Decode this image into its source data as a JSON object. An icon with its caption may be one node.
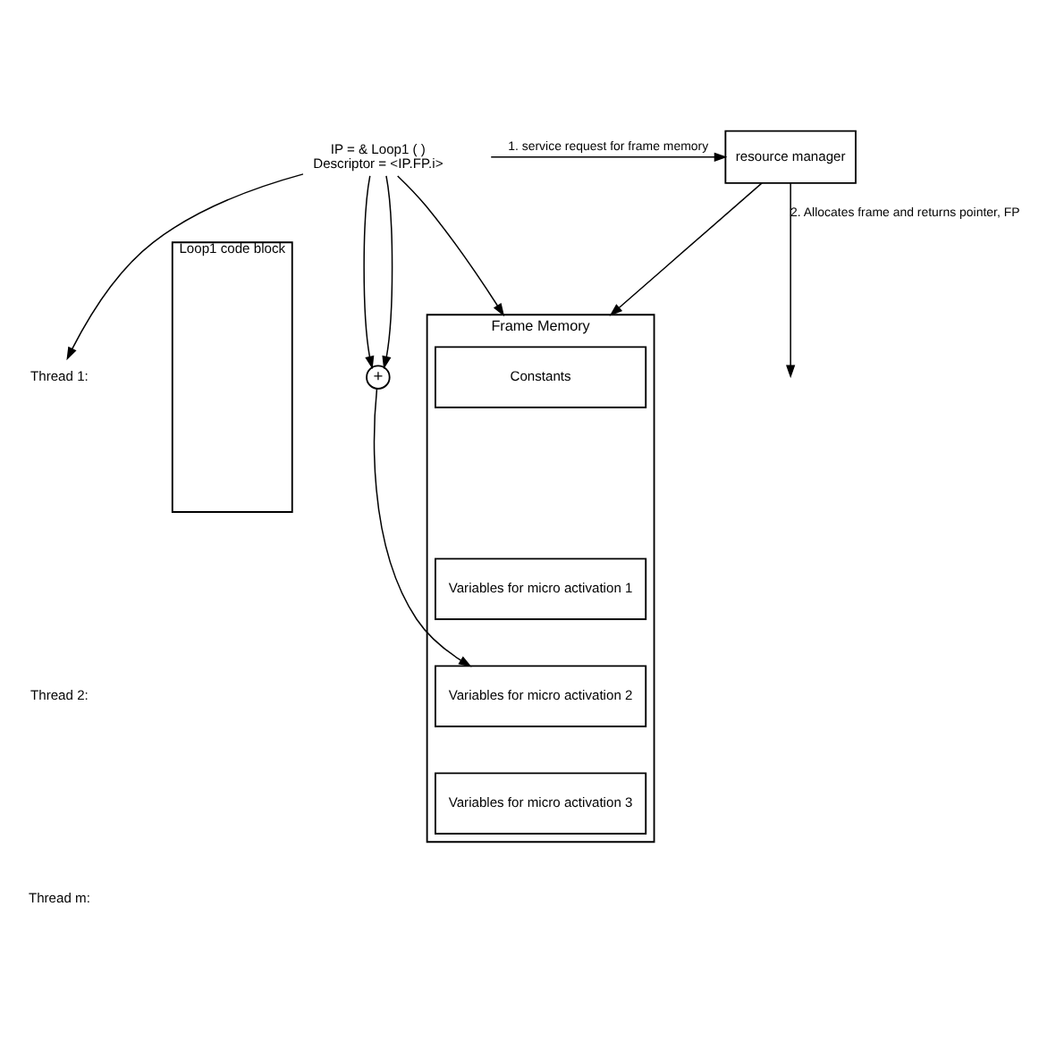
{
  "diagram": {
    "nodes": [
      {
        "text": [
          "resource manager"
        ]
      },
      {
        "text": [
          "IP = & Loop1 ( )",
          "Descriptor = <IP.FP.i>"
        ]
      },
      {
        "text": [
          "Loop1 code block"
        ]
      },
      {
        "text": [
          "Thread 1:"
        ]
      },
      {
        "text": [
          "Frame Memory"
        ]
      },
      {
        "text": [
          "Constants"
        ],
        "in": 4
      },
      {
        "text": [
          "Variables for micro activation 1"
        ],
        "in": 4
      },
      {
        "text": [
          "Variables for micro activation 2"
        ],
        "in": 4
      },
      {
        "text": [
          "Variables for micro activation 3"
        ],
        "in": 4
      },
      {
        "text": [
          "+"
        ]
      }
    ],
    "edges": [
      {
        "from": null,
        "to": 0,
        "arrow": "to",
        "label": "1. service request for frame memory"
      },
      {
        "from": 0,
        "to": null,
        "arrow": "to",
        "label": "2. Allocates frame and returns pointer, FP"
      },
      {
        "from": 0,
        "to": 4,
        "arrow": "to"
      },
      {
        "from": 1,
        "to": 3,
        "arrow": "to"
      },
      {
        "from": 1,
        "to": 4,
        "arrow": "to"
      },
      {
        "from": 1,
        "to": 9,
        "arrow": "to"
      },
      {
        "from": 1,
        "to": 9,
        "arrow": "to"
      },
      {
        "from": 9,
        "to": 7,
        "arrow": "to"
      }
    ],
    "labels": [
      "Thread 2:",
      "Thread m:"
    ]
  }
}
